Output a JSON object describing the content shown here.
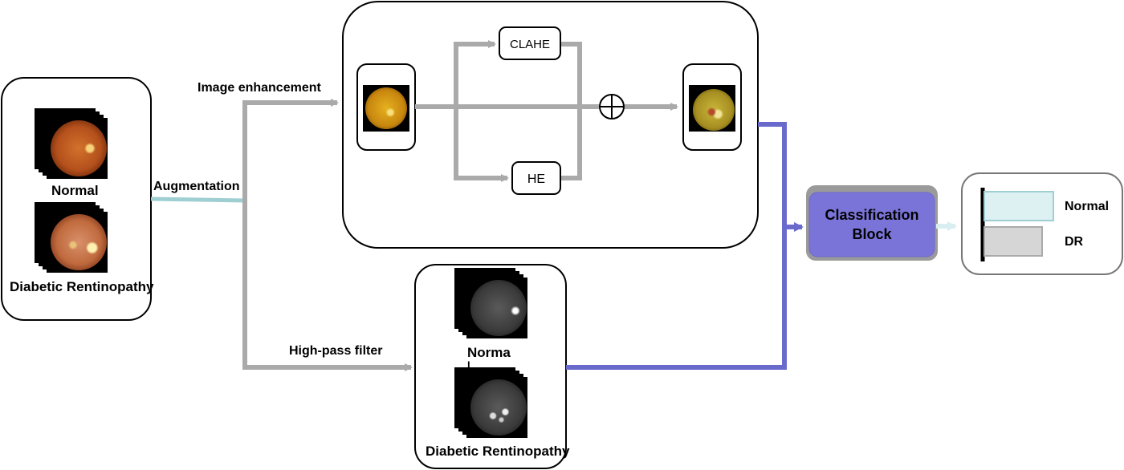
{
  "labels": {
    "normal": "Normal",
    "diabetic_retinopathy": "Diabetic Rentinopathy",
    "augmentation": "Augmentation",
    "image_enhancement": "Image enhancement",
    "high_pass_filter": "High-pass filter",
    "clahe": "CLAHE",
    "he": "HE",
    "norma": "Norma",
    "norma_cut": "l",
    "diabetic_retinopathy_hp": "Diabetic Rentinopathy",
    "classification_line1": "Classification",
    "classification_line2": "Block",
    "output_normal": "Normal",
    "output_dr": "DR"
  },
  "colors": {
    "gray_arrow": "#aaaaaa",
    "augment_line": "#9fcfd3",
    "purple_line": "#6a6acd",
    "class_block_fill": "#7b74d8",
    "class_block_border": "#8a8a8a",
    "bar_normal_fill": "#ddf0f2",
    "bar_normal_border": "#9fcfd3",
    "bar_dr_fill": "#d6d6d6",
    "bar_dr_border": "#aaaaaa"
  }
}
